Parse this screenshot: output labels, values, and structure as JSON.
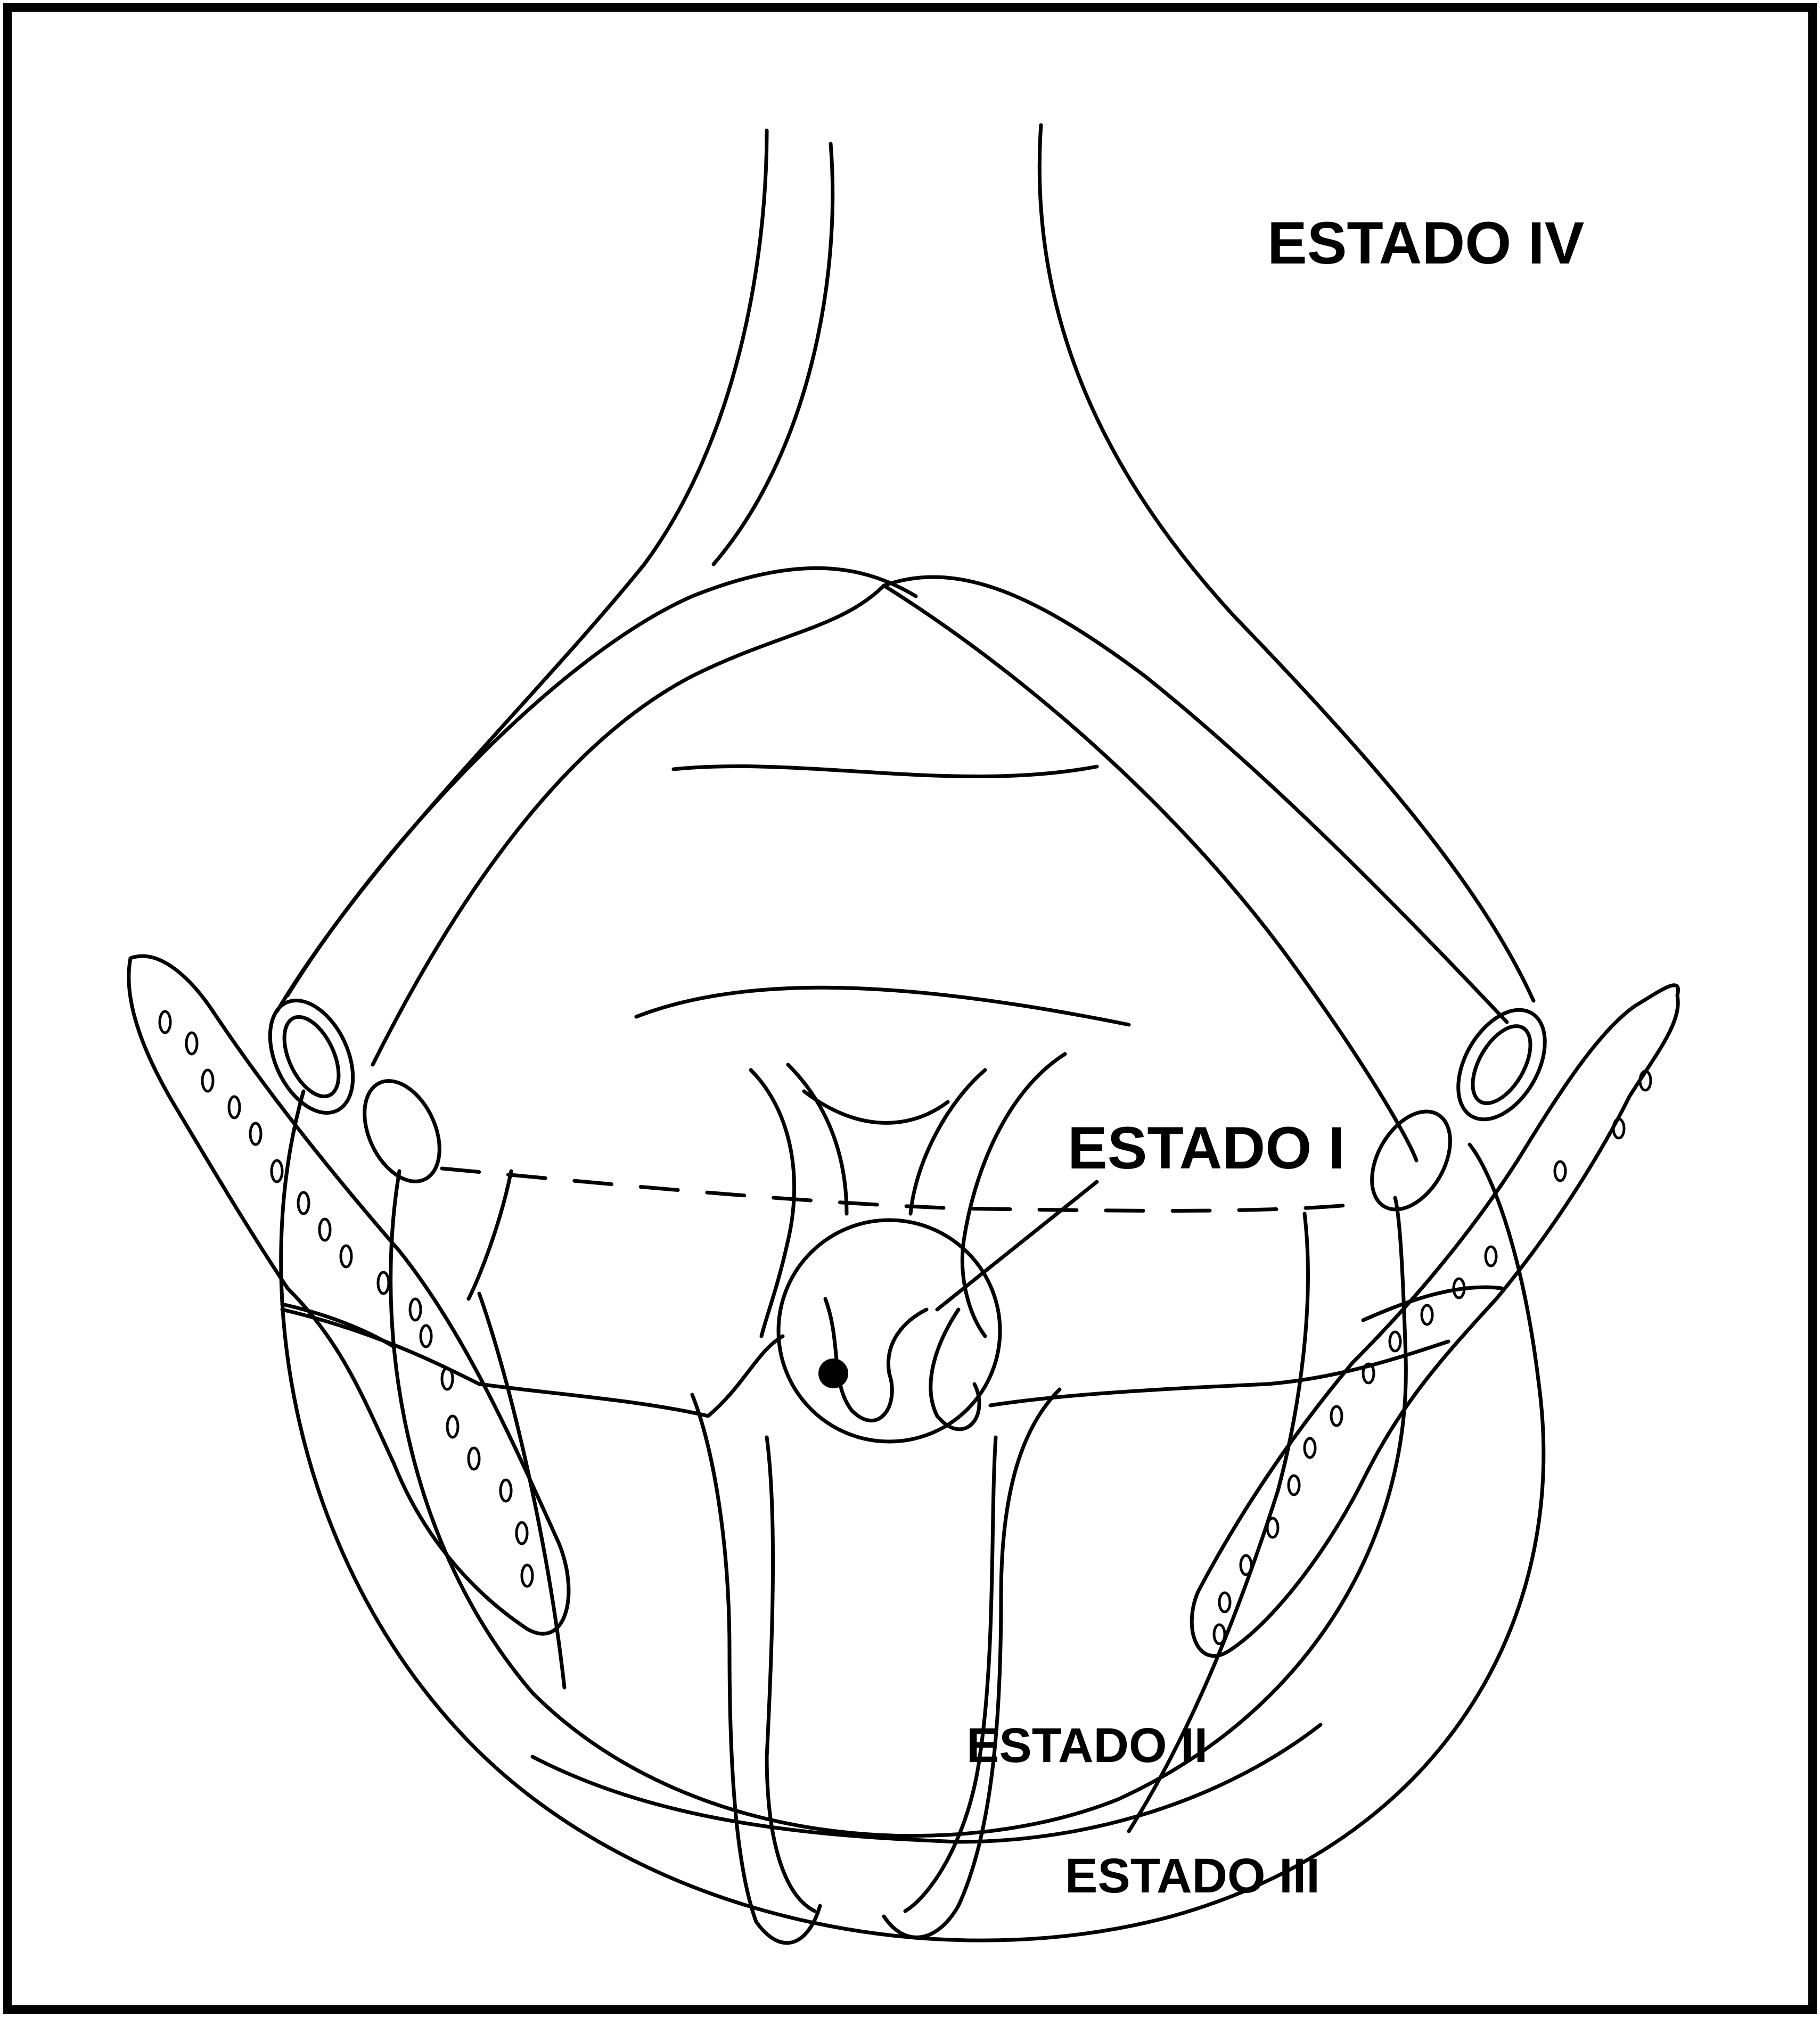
{
  "labels": {
    "stage_iv": "ESTADO IV",
    "stage_i": "ESTADO I",
    "stage_ii": "ESTADO II",
    "stage_iii": "ESTADO III"
  },
  "colors": {
    "ink": "#000000",
    "background": "#ffffff"
  }
}
